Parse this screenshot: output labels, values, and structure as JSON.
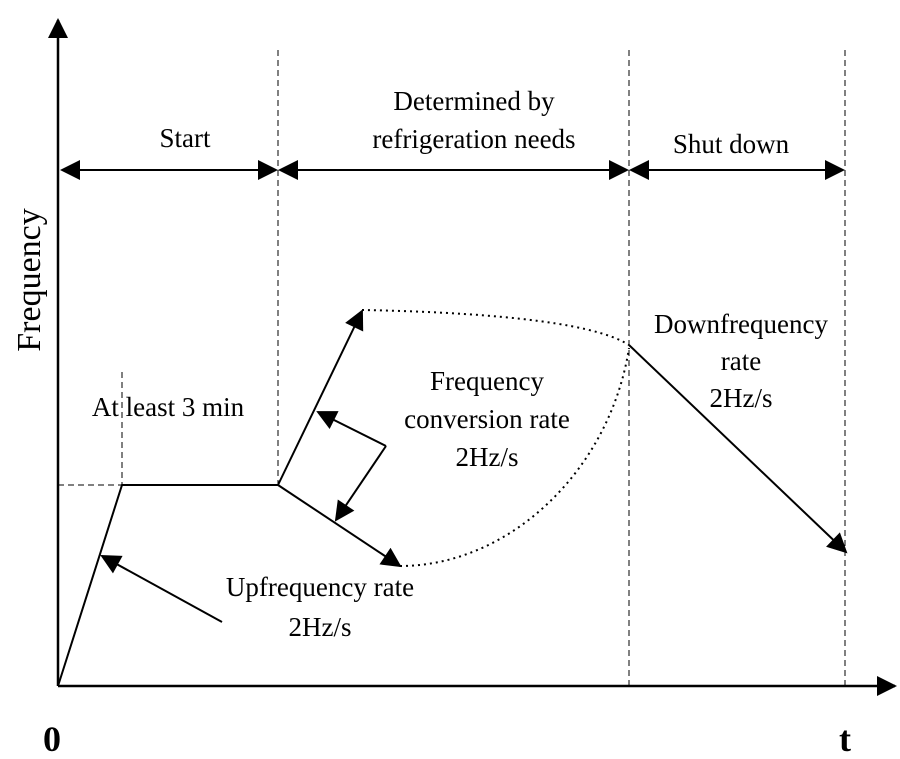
{
  "axes": {
    "y_label": "Frequency",
    "origin_label": "0",
    "x_label": "t"
  },
  "phases": {
    "start": "Start",
    "determined_line1": "Determined by",
    "determined_line2": "refrigeration needs",
    "shutdown": "Shut down"
  },
  "annotations": {
    "min_time": "At least 3 min",
    "conversion_line1": "Frequency",
    "conversion_line2": "conversion rate",
    "conversion_line3": "2Hz/s",
    "down_line1": "Downfrequency",
    "down_line2": "rate",
    "down_line3": "2Hz/s",
    "up_line1": "Upfrequency rate",
    "up_line2": "2Hz/s"
  },
  "colors": {
    "ink": "#000000",
    "background": "#ffffff"
  }
}
